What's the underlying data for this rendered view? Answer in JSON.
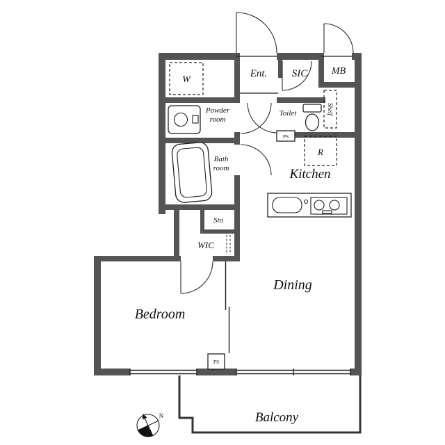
{
  "colors": {
    "wall": "#545454",
    "line": "#1f1f1f",
    "background": "#ffffff"
  },
  "rooms": {
    "entrance": "Ent.",
    "sic": "SIC",
    "mb": "MB",
    "washer": "W",
    "powder_line1": "Powder",
    "powder_line2": "room",
    "toilet": "Toilet",
    "shelf": "Shelf",
    "bath_line1": "Bath",
    "bath_line2": "room",
    "kitchen": "Kitchen",
    "fridge": "R",
    "ps_upper": "PS",
    "ps_lower": "PS",
    "storage": "Sto",
    "wic": "WIC",
    "bedroom": "Bedroom",
    "dining": "Dining",
    "balcony": "Balcony",
    "compass_north": "N"
  }
}
